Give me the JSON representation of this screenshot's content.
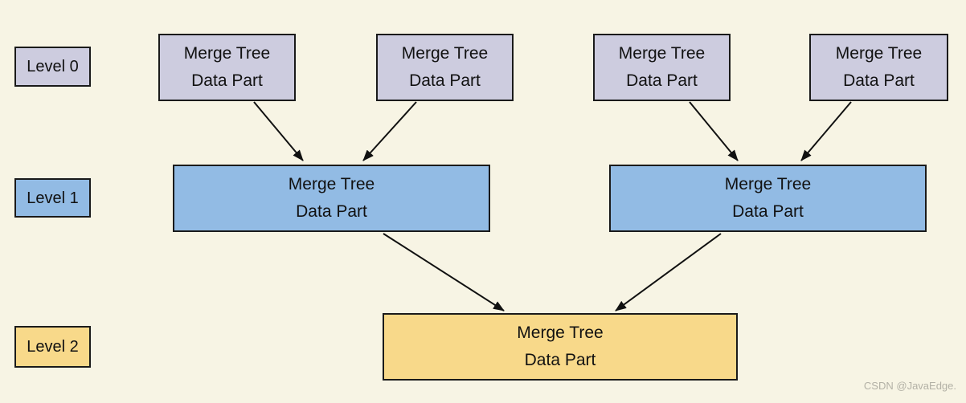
{
  "colors": {
    "background": "#f7f4e4",
    "level0_fill": "#cdccdf",
    "level1_fill": "#92bbe4",
    "level2_fill": "#f8d98a",
    "border": "#1a1a1a",
    "arrow": "#111111",
    "watermark": "#b3b1a6"
  },
  "legend": {
    "level0": "Level 0",
    "level1": "Level 1",
    "level2": "Level 2"
  },
  "node": {
    "line1": "Merge Tree",
    "line2": "Data Part"
  },
  "structure": {
    "edges": [
      {
        "from": "l0-part-1",
        "to": "l1-part-left"
      },
      {
        "from": "l0-part-2",
        "to": "l1-part-left"
      },
      {
        "from": "l0-part-3",
        "to": "l1-part-right"
      },
      {
        "from": "l0-part-4",
        "to": "l1-part-right"
      },
      {
        "from": "l1-part-left",
        "to": "l2-part"
      },
      {
        "from": "l1-part-right",
        "to": "l2-part"
      }
    ]
  },
  "watermark": "CSDN @JavaEdge."
}
